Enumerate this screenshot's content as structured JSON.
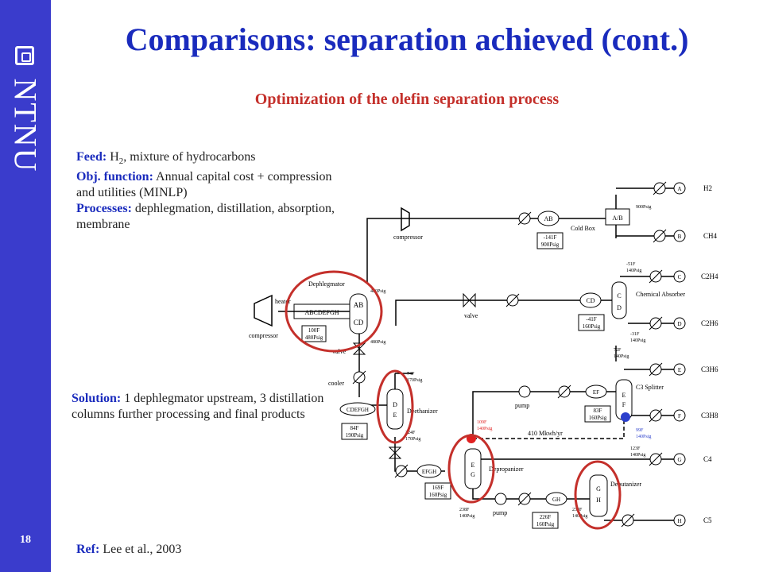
{
  "brand": "NTNU",
  "page_number": "18",
  "title": "Comparisons: separation achieved (cont.)",
  "subtitle": "Optimization of the olefin separation process",
  "feed": {
    "feed_label": "Feed:",
    "feed_text_a": " H",
    "feed_sub": "2",
    "feed_text_b": ", mixture of hydrocarbons",
    "obj_label": "Obj. function:",
    "obj_text": " Annual capital cost + compression and utilities (MINLP)",
    "proc_label": "Processes:",
    "proc_text": " dephlegmation, distillation, absorption, membrane"
  },
  "solution": {
    "label": "Solution:",
    "text": " 1 dephlegmator upstream, 3 distillation columns further processing and final products"
  },
  "ref": {
    "label": "Ref:",
    "text": " Lee et al., 2003"
  },
  "diagram": {
    "products": {
      "A": "H2",
      "B": "CH4",
      "C": "C2H4",
      "D": "C2H6",
      "E": "C3H6",
      "F": "C3H8",
      "G": "C4",
      "H": "C5"
    },
    "labels": {
      "heater": "heater",
      "compressor": "compressor",
      "compressor2": "compressor",
      "dephlegmator": "Dephlegmator",
      "cold_box": "Cold Box",
      "chemical_absorber": "Chemical Absorber",
      "c3_splitter": "C3 Splitter",
      "deethanizer": "Deethanizer",
      "depropanizer": "Depropanizer",
      "debutanizer": "Debutanizer",
      "valve": "valve",
      "valve2": "valve",
      "cooler": "cooler",
      "pump": "pump",
      "pump2": "pump",
      "heat_duty": "410 Mkwh/yr"
    },
    "streams": {
      "abcdefgh": "ABCDEFGH",
      "ab": "AB",
      "cd": "CD",
      "ab_top": "AB",
      "a_b": "A/B",
      "cd2": "CD",
      "cdefgh": "CDEFGH",
      "efgh": "EFGH",
      "ef": "EF",
      "gh": "GH"
    },
    "conditions": {
      "c1_t": "100F",
      "c1_p": "480Psig",
      "c2_t": "-141F",
      "c2_p": "900Psig",
      "c3_t": "-41F",
      "c3_p": "160Psig",
      "c4_t": "83F",
      "c4_p": "160Psig",
      "c5_t": "84F",
      "c5_p": "190Psig",
      "c6_t": "169F",
      "c6_p": "160Psig",
      "c7_t": "226F",
      "c7_p": "160Psig",
      "p480a": "480Psig",
      "p480b": "480Psig",
      "p900": "900Psig",
      "n51": "-51F",
      "n51p": "140Psig",
      "n31": "-31F",
      "n31p": "140Psig",
      "t72": "72F",
      "t72p": "140Psig",
      "t74": "74F",
      "t74p": "170Psig",
      "t224": "224F",
      "t224p": "170Psig",
      "t109": "109F",
      "t109p": "140Psig",
      "t99": "99F",
      "t99p": "140Psig",
      "t123": "123F",
      "t123p": "140Psig",
      "t238": "238F",
      "t238p": "140Psig",
      "t234": "234F",
      "t234p": "140Psig"
    },
    "column_letters": {
      "cd_col_top": "C",
      "cd_col_bot": "D",
      "de_top": "D",
      "de_bot": "E",
      "ef_top": "E",
      "ef_bot": "F",
      "eg_top": "E",
      "eg_bot": "G",
      "gh_top": "G",
      "gh_bot": "H"
    }
  },
  "colors": {
    "sidebar": "#3a3ccc",
    "title": "#1a2bbd",
    "subtitle": "#c4302b",
    "highlight_circle": "#c4302b",
    "heat_integration_red": "#e02020",
    "heat_integration_blue": "#2b3fcc"
  }
}
